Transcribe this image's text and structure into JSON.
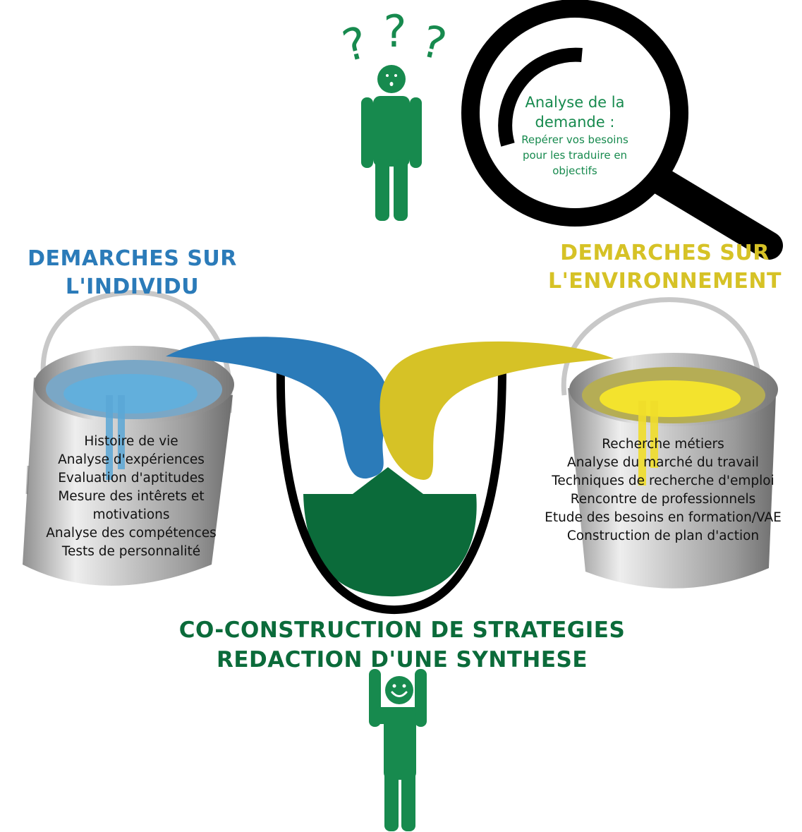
{
  "question_marks": [
    "?",
    "?",
    "?"
  ],
  "magnifier": {
    "title_line1": "Analyse de la",
    "title_line2": "demande :",
    "sub_line1": "Repérer vos besoins",
    "sub_line2": "pour les traduire en",
    "sub_line3": "objectifs"
  },
  "left": {
    "heading_line1": "DEMARCHES SUR",
    "heading_line2": "L'INDIVIDU",
    "items": [
      "Histoire de vie",
      "Analyse d'expériences",
      "Evaluation d'aptitudes",
      "Mesure des intêrets et",
      "motivations",
      "Analyse des compétences",
      "Tests de personnalité"
    ]
  },
  "right": {
    "heading_line1": "DEMARCHES SUR",
    "heading_line2": "L'ENVIRONNEMENT",
    "items": [
      "Recherche métiers",
      "Analyse du marché du travail",
      "Techniques de recherche d'emploi",
      "Rencontre de professionnels",
      "Etude des besoins en formation/VAE",
      "Construction de plan d'action"
    ]
  },
  "bottom": {
    "line1": "CO-CONSTRUCTION DE STRATEGIES",
    "line2": "REDACTION D'UNE SYNTHESE"
  },
  "colors": {
    "blue": "#2b7bb9",
    "yellow": "#d6c226",
    "green": "#0b6b3a",
    "figure_green": "#178a4e",
    "black": "#000000"
  }
}
